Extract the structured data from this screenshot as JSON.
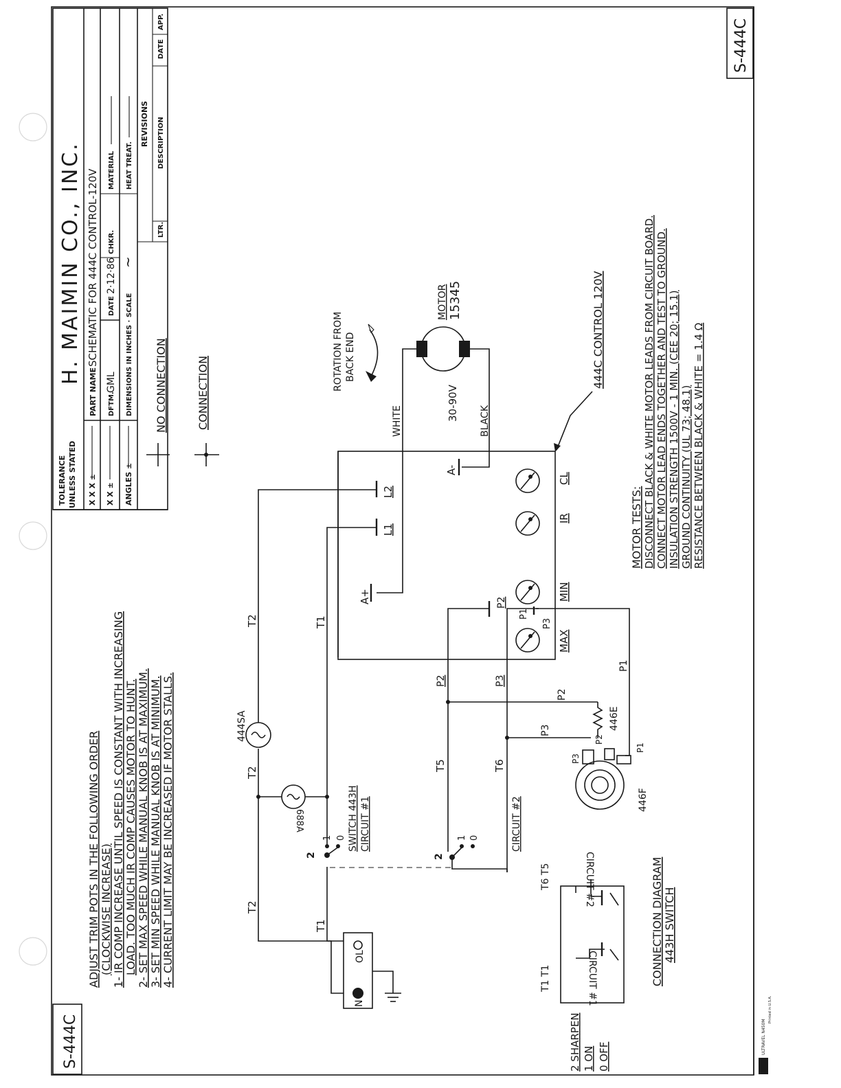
{
  "drawing_number": "S-444C",
  "title_block": {
    "company": "H. MAIMIN CO., INC.",
    "tolerance_heading_1": "TOLERANCE",
    "tolerance_heading_2": "UNLESS STATED",
    "tol_xxx": "X X X ±",
    "tol_xx": "X X ±",
    "tol_angles": "ANGLES ±",
    "part_name_label": "PART NAME",
    "part_name": "SCHEMATIC FOR 444C CONTROL-120V",
    "dftm_label": "DFTM.",
    "dftm": "GML",
    "date_label": "DATE",
    "date": "2·12·86",
    "chkr_label": "CHKR.",
    "material_label": "MATERIAL",
    "dimensions_label": "DIMENSIONS IN INCHES · SCALE",
    "scale": "~",
    "heat_treat_label": "HEAT TREAT.",
    "revisions_label": "REVISIONS",
    "ltr_label": "LTR.",
    "description_label": "DESCRIPTION",
    "rev_date_label": "DATE",
    "app_label": "APP."
  },
  "instructions": {
    "heading": "ADJUST TRIM POTS IN THE FOLLOWING ORDER",
    "heading_note": "(CLOCKWISE INCREASE)",
    "steps": [
      "1- IR COMP INCREASE UNTIL SPEED IS CONSTANT WITH INCREASING",
      "LOAD. TOO MUCH IR COMP CAUSES MOTOR TO HUNT.",
      "2- SET MAX SPEED WHILE MANUAL KNOB IS AT MAXIMUM.",
      "3- SET MIN SPEED WHILE MANUAL KNOB IS AT MINIMUM.",
      "4- CURRENT LIMIT MAY BE INCREASED IF MOTOR STALLS."
    ]
  },
  "legend": {
    "no_connection": "NO CONNECTION",
    "connection": "CONNECTION"
  },
  "motor": {
    "rotation_1": "ROTATION FROM",
    "rotation_2": "BACK END",
    "label": "MOTOR",
    "part": "15345",
    "voltage": "30-90V",
    "white_lead": "WHITE",
    "black_lead": "BLACK"
  },
  "board": {
    "callout": "444C CONTROL 120V",
    "terminals": [
      "L2",
      "L1",
      "A-",
      "A+",
      "P2",
      "P1",
      "P3"
    ],
    "pots": [
      "CL",
      "IR",
      "MIN",
      "MAX"
    ]
  },
  "wires": {
    "t1": "T1",
    "t2": "T2",
    "t5": "T5",
    "t6": "T6",
    "p1": "P1",
    "p2": "P2",
    "p3": "P3"
  },
  "components": {
    "lamp_444sa": "444SA",
    "lamp_688a": "688A",
    "switch_label": "SWITCH 443H",
    "circuit_1": "CIRCUIT #1",
    "circuit_2": "CIRCUIT #2",
    "pos_2": "2",
    "pos_1": "1",
    "pos_0": "0",
    "resistor": "446E",
    "knob_pot": "446F",
    "terminal_n": "N",
    "terminal_ol": "OL"
  },
  "switch_legend": {
    "line_1": "2 SHARPEN",
    "line_2": "1 ON",
    "line_3": "0 OFF"
  },
  "connection_diagram": {
    "title": "CONNECTION DIAGRAM",
    "subtitle": "443H SWITCH",
    "circuit_1": "CIRCUIT #1",
    "circuit_2": "CIRCUIT #2",
    "t1_t1": "T1 T1",
    "t6_t5": "T6 T5"
  },
  "motor_tests": {
    "heading": "MOTOR TESTS:",
    "lines": [
      "DISCONNECT BLACK & WHITE MOTOR LEADS FROM CIRCUIT BOARD.",
      "CONNECT MOTOR LEAD ENDS TOGETHER AND TEST TO GROUND.",
      "INSULATION STRENGTH 1500V - 1 MIN. (CEE 20; 15.1)",
      "GROUND CONTINUITY (UL 73; 48.1)",
      "RESISTANCE BETWEEN BLACK & WHITE = 1.4 Ω"
    ]
  },
  "footer": {
    "brand": "ULTRAVEL N450M",
    "printed": "Printed in U.S.A."
  }
}
